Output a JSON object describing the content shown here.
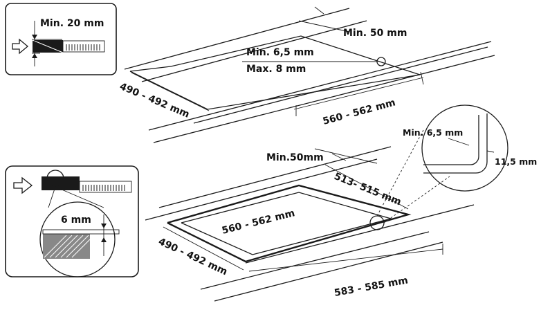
{
  "top_diagram": {
    "inset_min_thickness": "Min. 20 mm",
    "clearance_back": "Min. 50 mm",
    "worktop_min": "Min. 6,5 mm",
    "worktop_max": "Max. 8 mm",
    "cutout_depth": "490 - 492 mm",
    "cutout_width": "560 - 562 mm"
  },
  "bottom_diagram": {
    "clearance_back": "Min.50mm",
    "recess_depth": "513- 515 mm",
    "inner_width": "560 - 562 mm",
    "inner_depth": "490 - 492 mm",
    "outer_width": "583 - 585 mm",
    "inset_recess_depth": "6 mm",
    "corner_min": "Min. 6,5 mm",
    "corner_radius": "11,5 mm"
  }
}
